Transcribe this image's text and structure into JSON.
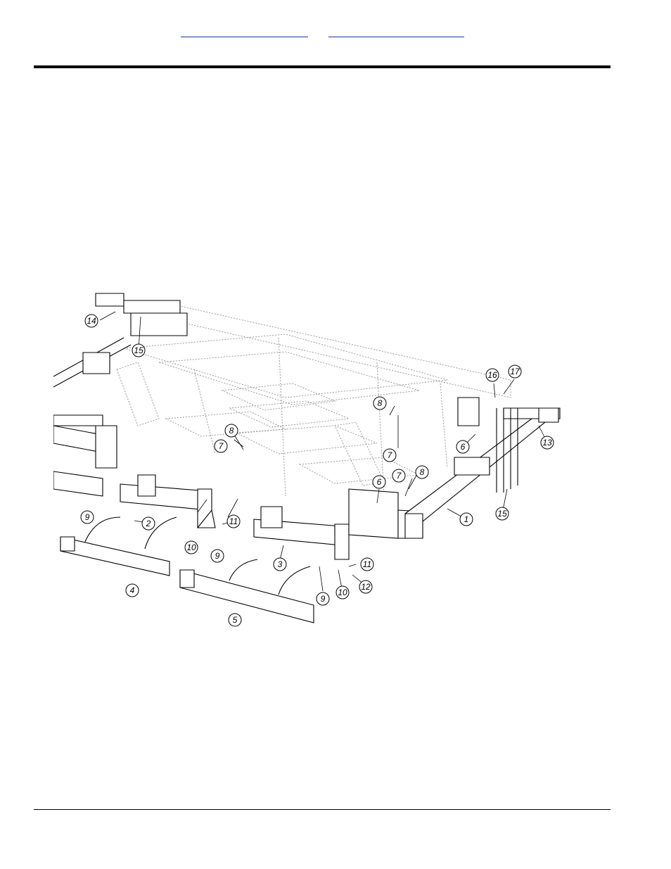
{
  "callouts": [
    "1",
    "2",
    "3",
    "4",
    "5",
    "6",
    "6",
    "7",
    "7",
    "7",
    "8",
    "8",
    "8",
    "9",
    "9",
    "9",
    "10",
    "10",
    "11",
    "11",
    "12",
    "13",
    "14",
    "15",
    "15",
    "16",
    "17"
  ]
}
